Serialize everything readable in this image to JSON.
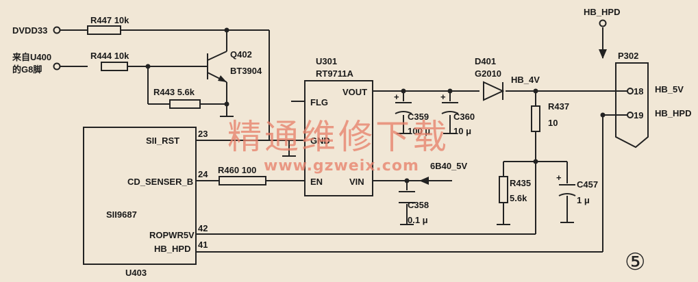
{
  "inputs": {
    "dvdd33": "DVDD33",
    "from_u400_line1": "来自U400",
    "from_u400_line2": "的G8脚",
    "hb_hpd_top": "HB_HPD"
  },
  "resistors": {
    "r447": "R447 10k",
    "r444": "R444 10k",
    "r443": "R443 5.6k",
    "r460": "R460 100",
    "r437_name": "R437",
    "r437_value": "10",
    "r435_name": "R435",
    "r435_value": "5.6k"
  },
  "transistor": {
    "name": "Q402",
    "type": "BT3904"
  },
  "u301": {
    "name": "U301",
    "part": "RT9711A",
    "pin_flg": "FLG",
    "pin_gnd": "GND",
    "pin_en": "EN",
    "pin_vout": "VOUT",
    "pin_vin": "VIN"
  },
  "capacitors": {
    "c359_name": "C359",
    "c359_value": "100 μ",
    "c360_name": "C360",
    "c360_value": "10 μ",
    "c358_name": "C358",
    "c358_value": "0.1 μ",
    "c457_name": "C457",
    "c457_value": "1 μ"
  },
  "diode": {
    "name": "D401",
    "part": "G2010"
  },
  "nets": {
    "hb_4v": "HB_4V",
    "sbv": "6B40_5V"
  },
  "connector": {
    "name": "P302",
    "pin18": "18",
    "pin19": "19",
    "net18": "HB_5V",
    "net19": "HB_HPD"
  },
  "u403": {
    "name": "U403",
    "part": "SII9687",
    "sii_rst": "SII_RST",
    "pin23": "23",
    "cd_senser": "CD_SENSER_B",
    "pin24": "24",
    "ropwr5v": "ROPWR5V",
    "pin42": "42",
    "hb_hpd": "HB_HPD",
    "pin41": "41"
  },
  "watermark": {
    "cn": "精通维修下载",
    "url": "www.gzweix.com"
  },
  "figure_number": "⑤",
  "colors": {
    "background": "#f1e7d6",
    "ink": "#222222",
    "watermark": "#e8826d"
  }
}
